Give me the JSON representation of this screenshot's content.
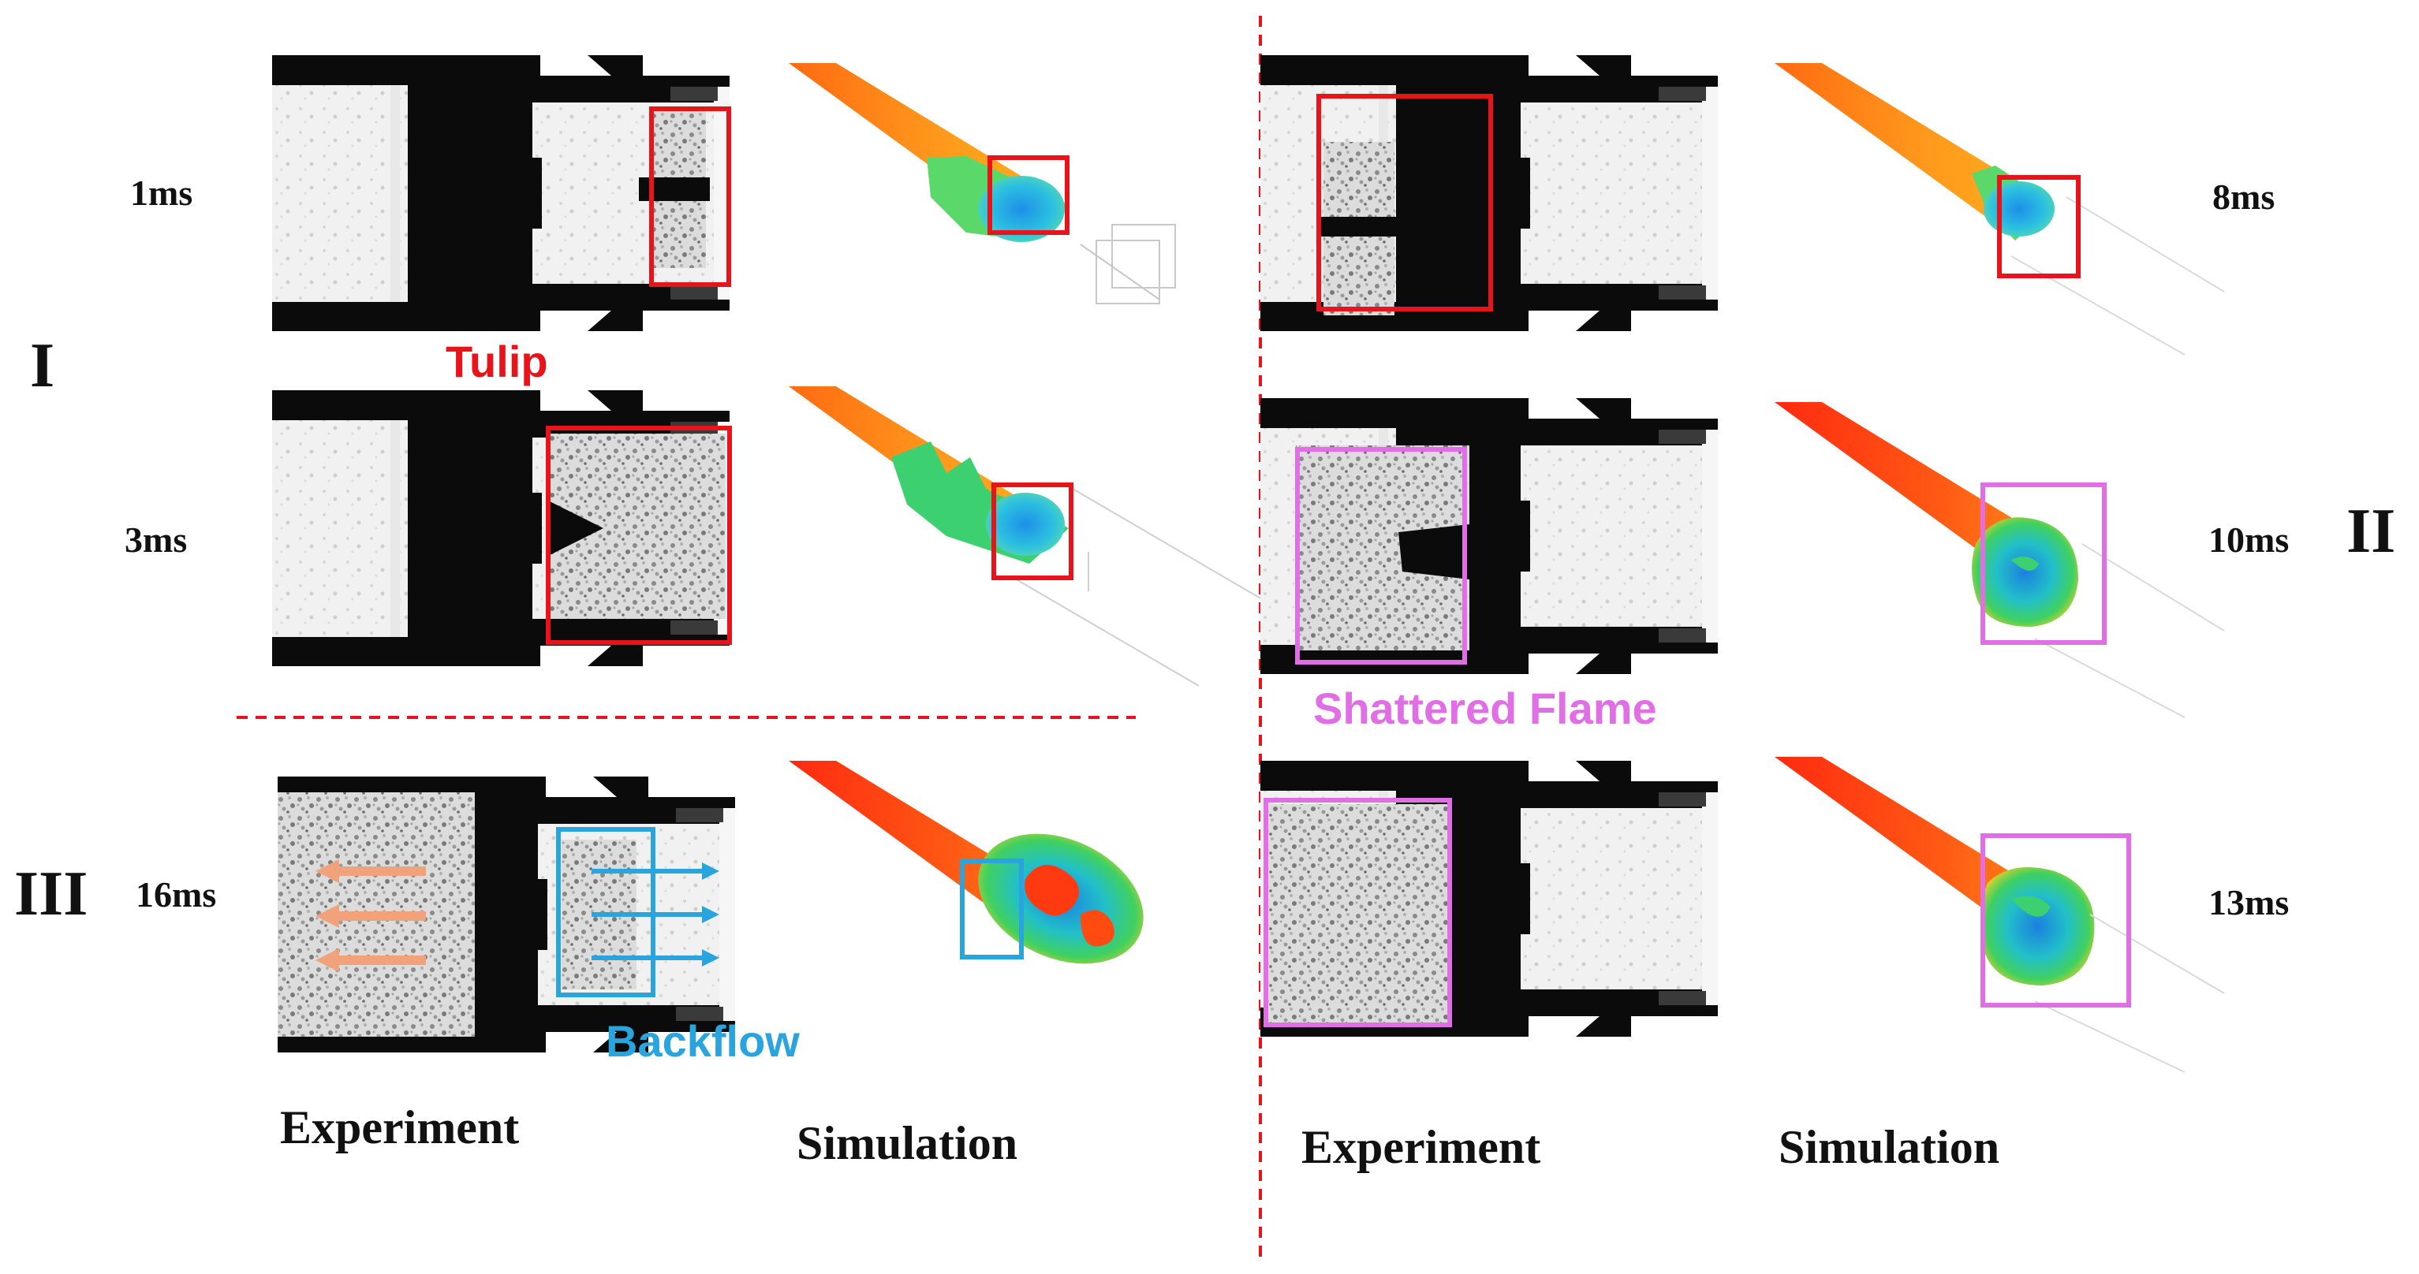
{
  "phases": {
    "phase1": "I",
    "phase2": "II",
    "phase3": "III"
  },
  "times": {
    "t1": "1ms",
    "t3": "3ms",
    "t16": "16ms",
    "t8": "8ms",
    "t10": "10ms",
    "t13": "13ms"
  },
  "annotations": {
    "tulip": "Tulip",
    "shattered": "Shattered Flame",
    "backflow": "Backflow"
  },
  "columns": {
    "left_experiment": "Experiment",
    "left_simulation": "Simulation",
    "right_experiment": "Experiment",
    "right_simulation": "Simulation"
  },
  "colors": {
    "tulip": "#e8141c",
    "shattered": "#e06fe6",
    "backflow": "#2aa4dd",
    "divider": "#e8141c",
    "backflow_arrow_left": "#f2a27a",
    "backflow_arrow_right": "#2aa4dd"
  }
}
